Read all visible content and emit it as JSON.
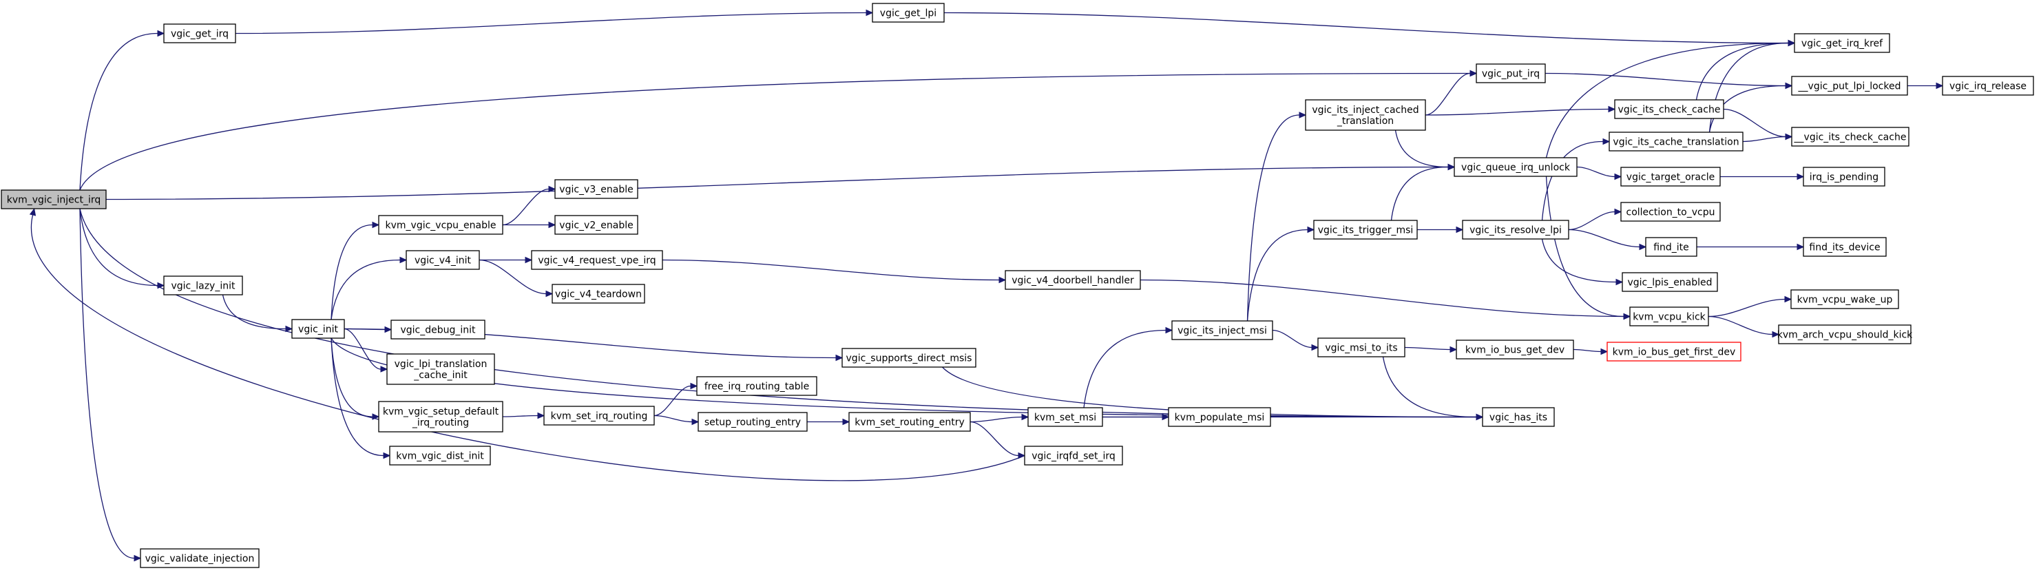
{
  "colors": {
    "edge": "#191970",
    "node_border": "#000000",
    "node_fill": "#ffffff",
    "root_fill": "#bfbfbf",
    "missing_border": "#ff0000"
  },
  "graph": {
    "nodes": {
      "kvm_vgic_inject_irq": {
        "label": [
          "kvm_vgic_inject_irq"
        ],
        "root": true
      },
      "vgic_get_irq": {
        "label": [
          "vgic_get_irq"
        ]
      },
      "vgic_lazy_init": {
        "label": [
          "vgic_lazy_init"
        ]
      },
      "vgic_validate_injection": {
        "label": [
          "vgic_validate_injection"
        ]
      },
      "vgic_get_lpi": {
        "label": [
          "vgic_get_lpi"
        ]
      },
      "vgic_get_irq_kref": {
        "label": [
          "vgic_get_irq_kref"
        ]
      },
      "vgic_put_irq": {
        "label": [
          "vgic_put_irq"
        ]
      },
      "__vgic_put_lpi_locked": {
        "label": [
          "__vgic_put_lpi_locked"
        ]
      },
      "vgic_irq_release": {
        "label": [
          "vgic_irq_release"
        ]
      },
      "vgic_queue_irq_unlock": {
        "label": [
          "vgic_queue_irq_unlock"
        ]
      },
      "vgic_its_inject_cached_translation": {
        "label": [
          "vgic_its_inject_cached",
          "_translation"
        ]
      },
      "vgic_its_check_cache": {
        "label": [
          "vgic_its_check_cache"
        ]
      },
      "vgic_its_cache_translation": {
        "label": [
          "vgic_its_cache_translation"
        ]
      },
      "__vgic_its_check_cache": {
        "label": [
          "__vgic_its_check_cache"
        ]
      },
      "vgic_target_oracle": {
        "label": [
          "vgic_target_oracle"
        ]
      },
      "irq_is_pending": {
        "label": [
          "irq_is_pending"
        ]
      },
      "vgic_its_trigger_msi": {
        "label": [
          "vgic_its_trigger_msi"
        ]
      },
      "vgic_its_resolve_lpi": {
        "label": [
          "vgic_its_resolve_lpi"
        ]
      },
      "collection_to_vcpu": {
        "label": [
          "collection_to_vcpu"
        ]
      },
      "find_ite": {
        "label": [
          "find_ite"
        ]
      },
      "find_its_device": {
        "label": [
          "find_its_device"
        ]
      },
      "vgic_lpis_enabled": {
        "label": [
          "vgic_lpis_enabled"
        ]
      },
      "kvm_vcpu_kick": {
        "label": [
          "kvm_vcpu_kick"
        ]
      },
      "kvm_vcpu_wake_up": {
        "label": [
          "kvm_vcpu_wake_up"
        ]
      },
      "kvm_arch_vcpu_should_kick": {
        "label": [
          "kvm_arch_vcpu_should_kick"
        ]
      },
      "vgic_init": {
        "label": [
          "vgic_init"
        ]
      },
      "kvm_vgic_vcpu_enable": {
        "label": [
          "kvm_vgic_vcpu_enable"
        ]
      },
      "vgic_v3_enable": {
        "label": [
          "vgic_v3_enable"
        ]
      },
      "vgic_v2_enable": {
        "label": [
          "vgic_v2_enable"
        ]
      },
      "vgic_v4_init": {
        "label": [
          "vgic_v4_init"
        ]
      },
      "vgic_v4_request_vpe_irq": {
        "label": [
          "vgic_v4_request_vpe_irq"
        ]
      },
      "vgic_v4_teardown": {
        "label": [
          "vgic_v4_teardown"
        ]
      },
      "vgic_v4_doorbell_handler": {
        "label": [
          "vgic_v4_doorbell_handler"
        ]
      },
      "vgic_debug_init": {
        "label": [
          "vgic_debug_init"
        ]
      },
      "vgic_lpi_translation_cache_init": {
        "label": [
          "vgic_lpi_translation",
          "_cache_init"
        ]
      },
      "kvm_vgic_setup_default_irq_routing": {
        "label": [
          "kvm_vgic_setup_default",
          "_irq_routing"
        ]
      },
      "kvm_vgic_dist_init": {
        "label": [
          "kvm_vgic_dist_init"
        ]
      },
      "vgic_supports_direct_msis": {
        "label": [
          "vgic_supports_direct_msis"
        ]
      },
      "kvm_set_irq_routing": {
        "label": [
          "kvm_set_irq_routing"
        ]
      },
      "free_irq_routing_table": {
        "label": [
          "free_irq_routing_table"
        ]
      },
      "setup_routing_entry": {
        "label": [
          "setup_routing_entry"
        ]
      },
      "kvm_set_routing_entry": {
        "label": [
          "kvm_set_routing_entry"
        ]
      },
      "kvm_set_msi": {
        "label": [
          "kvm_set_msi"
        ]
      },
      "kvm_populate_msi": {
        "label": [
          "kvm_populate_msi"
        ]
      },
      "vgic_irqfd_set_irq": {
        "label": [
          "vgic_irqfd_set_irq"
        ]
      },
      "vgic_its_inject_msi": {
        "label": [
          "vgic_its_inject_msi"
        ]
      },
      "vgic_msi_to_its": {
        "label": [
          "vgic_msi_to_its"
        ]
      },
      "kvm_io_bus_get_dev": {
        "label": [
          "kvm_io_bus_get_dev"
        ]
      },
      "kvm_io_bus_get_first_dev": {
        "label": [
          "kvm_io_bus_get_first_dev"
        ],
        "missing": true
      },
      "vgic_has_its": {
        "label": [
          "vgic_has_its"
        ]
      }
    },
    "edges": [
      [
        "kvm_vgic_inject_irq",
        "vgic_get_irq"
      ],
      [
        "kvm_vgic_inject_irq",
        "vgic_put_irq"
      ],
      [
        "kvm_vgic_inject_irq",
        "vgic_queue_irq_unlock"
      ],
      [
        "kvm_vgic_inject_irq",
        "vgic_lazy_init"
      ],
      [
        "kvm_vgic_inject_irq",
        "vgic_has_its"
      ],
      [
        "kvm_vgic_inject_irq",
        "vgic_validate_injection"
      ],
      [
        "vgic_get_irq",
        "vgic_get_lpi"
      ],
      [
        "vgic_get_lpi",
        "vgic_get_irq_kref"
      ],
      [
        "vgic_lazy_init",
        "vgic_init"
      ],
      [
        "vgic_init",
        "kvm_vgic_vcpu_enable"
      ],
      [
        "vgic_init",
        "vgic_v4_init"
      ],
      [
        "vgic_init",
        "vgic_debug_init"
      ],
      [
        "vgic_init",
        "vgic_lpi_translation_cache_init"
      ],
      [
        "vgic_init",
        "kvm_vgic_setup_default_irq_routing"
      ],
      [
        "vgic_init",
        "kvm_vgic_dist_init"
      ],
      [
        "vgic_init",
        "vgic_supports_direct_msis"
      ],
      [
        "vgic_init",
        "vgic_has_its"
      ],
      [
        "kvm_vgic_vcpu_enable",
        "vgic_v3_enable"
      ],
      [
        "kvm_vgic_vcpu_enable",
        "vgic_v2_enable"
      ],
      [
        "vgic_v4_init",
        "vgic_v4_request_vpe_irq"
      ],
      [
        "vgic_v4_init",
        "vgic_v4_teardown"
      ],
      [
        "vgic_v4_request_vpe_irq",
        "vgic_v4_doorbell_handler"
      ],
      [
        "vgic_v4_doorbell_handler",
        "kvm_vcpu_kick"
      ],
      [
        "vgic_supports_direct_msis",
        "vgic_has_its"
      ],
      [
        "kvm_vgic_setup_default_irq_routing",
        "kvm_set_irq_routing"
      ],
      [
        "kvm_set_irq_routing",
        "free_irq_routing_table"
      ],
      [
        "kvm_set_irq_routing",
        "setup_routing_entry"
      ],
      [
        "setup_routing_entry",
        "kvm_set_routing_entry"
      ],
      [
        "kvm_set_routing_entry",
        "kvm_set_msi"
      ],
      [
        "kvm_set_routing_entry",
        "vgic_irqfd_set_irq"
      ],
      [
        "kvm_set_msi",
        "vgic_its_inject_msi"
      ],
      [
        "kvm_set_msi",
        "kvm_populate_msi"
      ],
      [
        "kvm_set_msi",
        "vgic_has_its"
      ],
      [
        "vgic_its_inject_msi",
        "vgic_its_inject_cached_translation"
      ],
      [
        "vgic_its_inject_msi",
        "vgic_its_trigger_msi"
      ],
      [
        "vgic_its_inject_msi",
        "vgic_msi_to_its"
      ],
      [
        "vgic_msi_to_its",
        "kvm_io_bus_get_dev"
      ],
      [
        "vgic_msi_to_its",
        "vgic_has_its"
      ],
      [
        "kvm_io_bus_get_dev",
        "kvm_io_bus_get_first_dev"
      ],
      [
        "vgic_its_inject_cached_translation",
        "vgic_put_irq"
      ],
      [
        "vgic_its_inject_cached_translation",
        "vgic_its_check_cache"
      ],
      [
        "vgic_its_inject_cached_translation",
        "vgic_queue_irq_unlock"
      ],
      [
        "vgic_its_trigger_msi",
        "vgic_its_resolve_lpi"
      ],
      [
        "vgic_its_trigger_msi",
        "vgic_queue_irq_unlock"
      ],
      [
        "vgic_its_resolve_lpi",
        "vgic_its_cache_translation"
      ],
      [
        "vgic_its_resolve_lpi",
        "collection_to_vcpu"
      ],
      [
        "vgic_its_resolve_lpi",
        "find_ite"
      ],
      [
        "vgic_its_resolve_lpi",
        "vgic_lpis_enabled"
      ],
      [
        "find_ite",
        "find_its_device"
      ],
      [
        "vgic_queue_irq_unlock",
        "vgic_get_irq_kref"
      ],
      [
        "vgic_queue_irq_unlock",
        "vgic_target_oracle"
      ],
      [
        "vgic_queue_irq_unlock",
        "kvm_vcpu_kick"
      ],
      [
        "vgic_target_oracle",
        "irq_is_pending"
      ],
      [
        "vgic_put_irq",
        "__vgic_put_lpi_locked"
      ],
      [
        "__vgic_put_lpi_locked",
        "vgic_irq_release"
      ],
      [
        "vgic_its_check_cache",
        "vgic_get_irq_kref"
      ],
      [
        "vgic_its_check_cache",
        "__vgic_its_check_cache"
      ],
      [
        "vgic_its_cache_translation",
        "vgic_get_irq_kref"
      ],
      [
        "vgic_its_cache_translation",
        "__vgic_put_lpi_locked"
      ],
      [
        "vgic_its_cache_translation",
        "__vgic_its_check_cache"
      ],
      [
        "kvm_vcpu_kick",
        "kvm_vcpu_wake_up"
      ],
      [
        "kvm_vcpu_kick",
        "kvm_arch_vcpu_should_kick"
      ],
      [
        "vgic_irqfd_set_irq",
        "kvm_vgic_inject_irq"
      ]
    ]
  }
}
